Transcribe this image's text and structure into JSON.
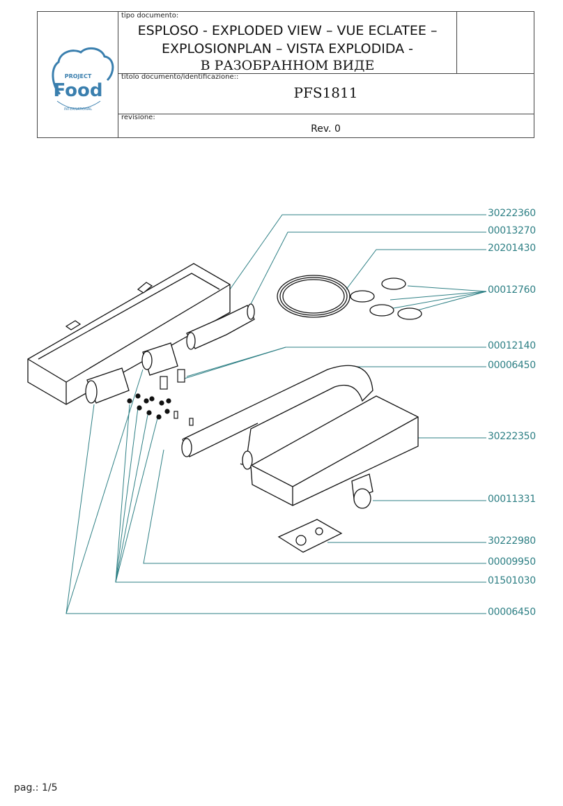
{
  "header": {
    "doc_type_label": "tipo documento:",
    "title_line1": "ESPLOSO - EXPLODED VIEW – VUE ECLATEE –",
    "title_line2": "EXPLOSIONPLAN – VISTA EXPLODIDA -",
    "title_line3": "В РАЗОБРАННОМ ВИДЕ",
    "doc_title_label": "titolo documento/identificazione::",
    "doc_id": "PFS1811",
    "revision_label": "revisione:",
    "revision_value": "Rev. 0"
  },
  "logo": {
    "line1": "PROJECT",
    "line2": "Food",
    "line3": "INTERNATIONAL",
    "color": "#3a7fae"
  },
  "parts": [
    "30222360",
    "00013270",
    "20201430",
    "00012760",
    "00012140",
    "00006450",
    "30222350",
    "00011331",
    "30222980",
    "00009950",
    "01501030",
    "00006450"
  ],
  "accent_color": "#2d7f84",
  "footer": {
    "page": "pag.: 1/5"
  }
}
